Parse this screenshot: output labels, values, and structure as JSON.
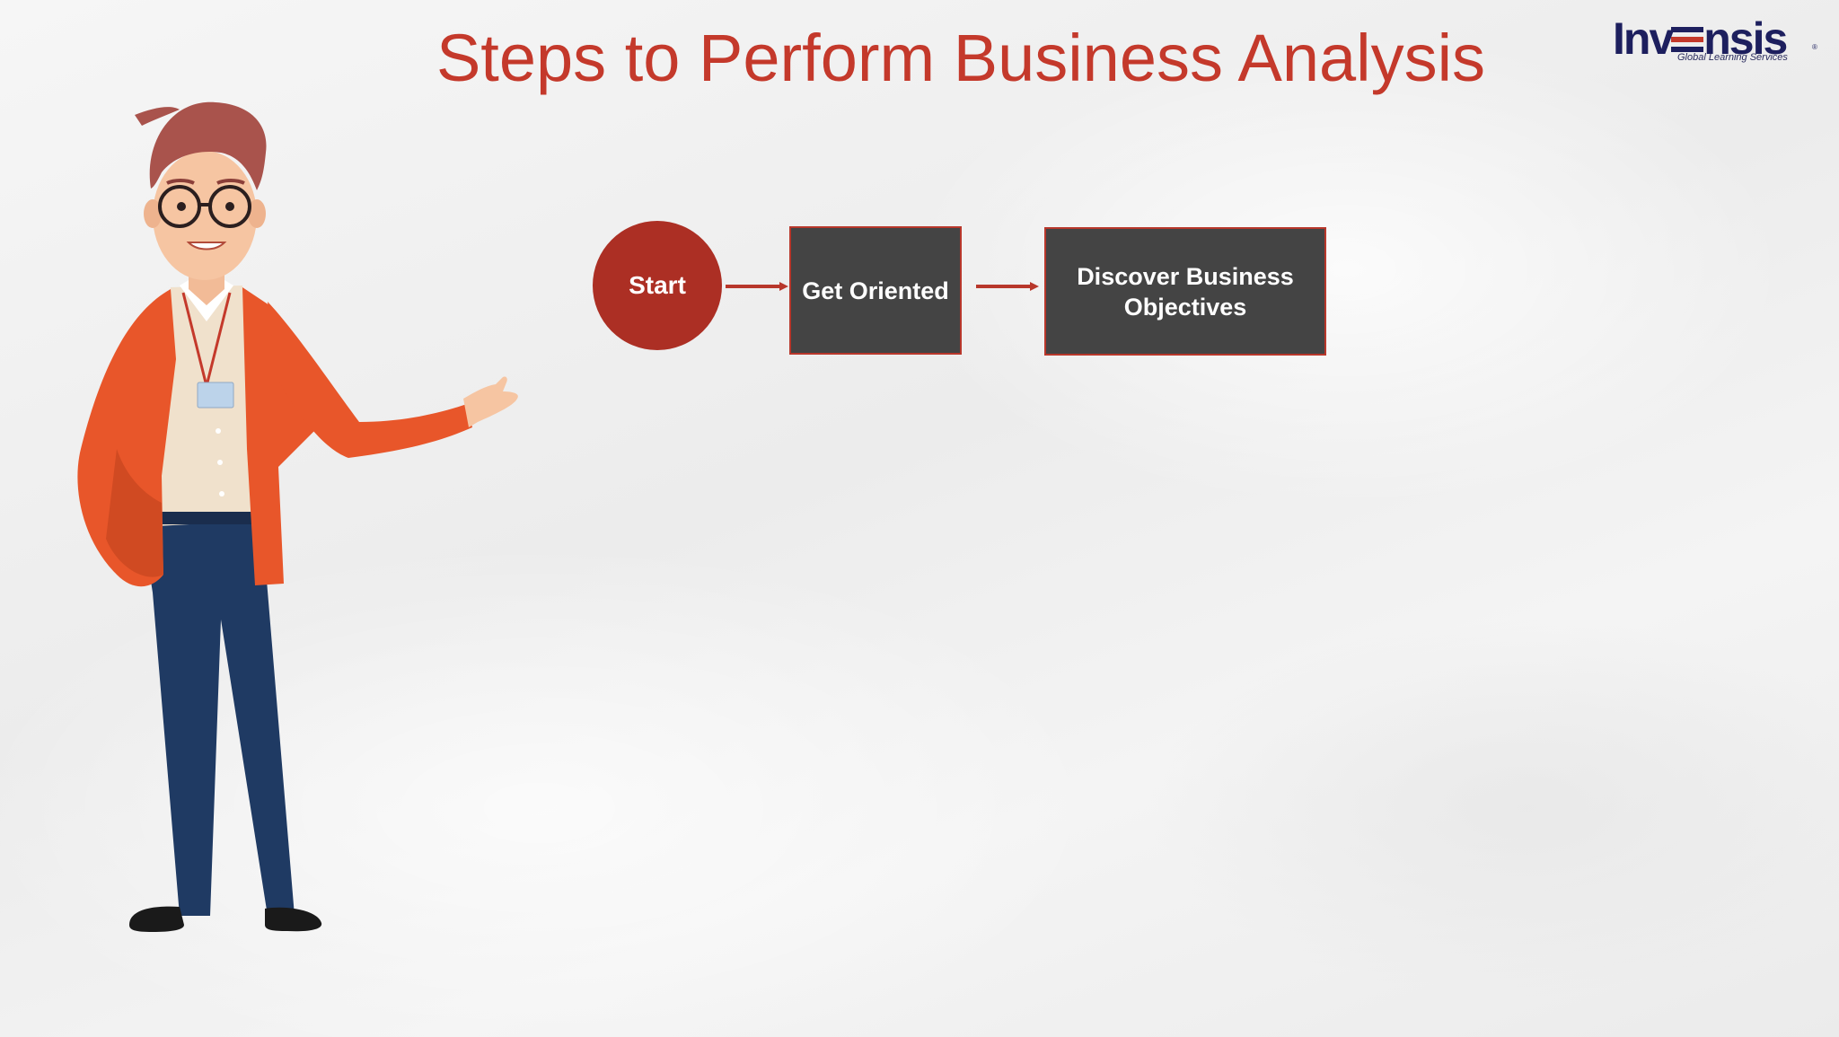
{
  "slide": {
    "title": "Steps to Perform Business Analysis"
  },
  "logo": {
    "wordmark": "INVENSIS",
    "wordmark_display": "Inv=nsis",
    "tagline": "Global Learning Services",
    "registered": "®"
  },
  "flow": {
    "start": "Start",
    "steps": [
      {
        "label": "Get Oriented"
      },
      {
        "label": "Discover Business Objectives"
      }
    ]
  },
  "colors": {
    "title": "#c4392b",
    "start_circle": "#ac2f24",
    "box_fill": "#444444",
    "box_border": "#b8372b",
    "arrow": "#b8372b",
    "logo_navy": "#1d1f5e",
    "jacket": "#e8562a",
    "trousers": "#1f3a63",
    "hair": "#a9534c"
  },
  "illustration": {
    "subject": "presenter-character",
    "icon": "person-pointing"
  }
}
